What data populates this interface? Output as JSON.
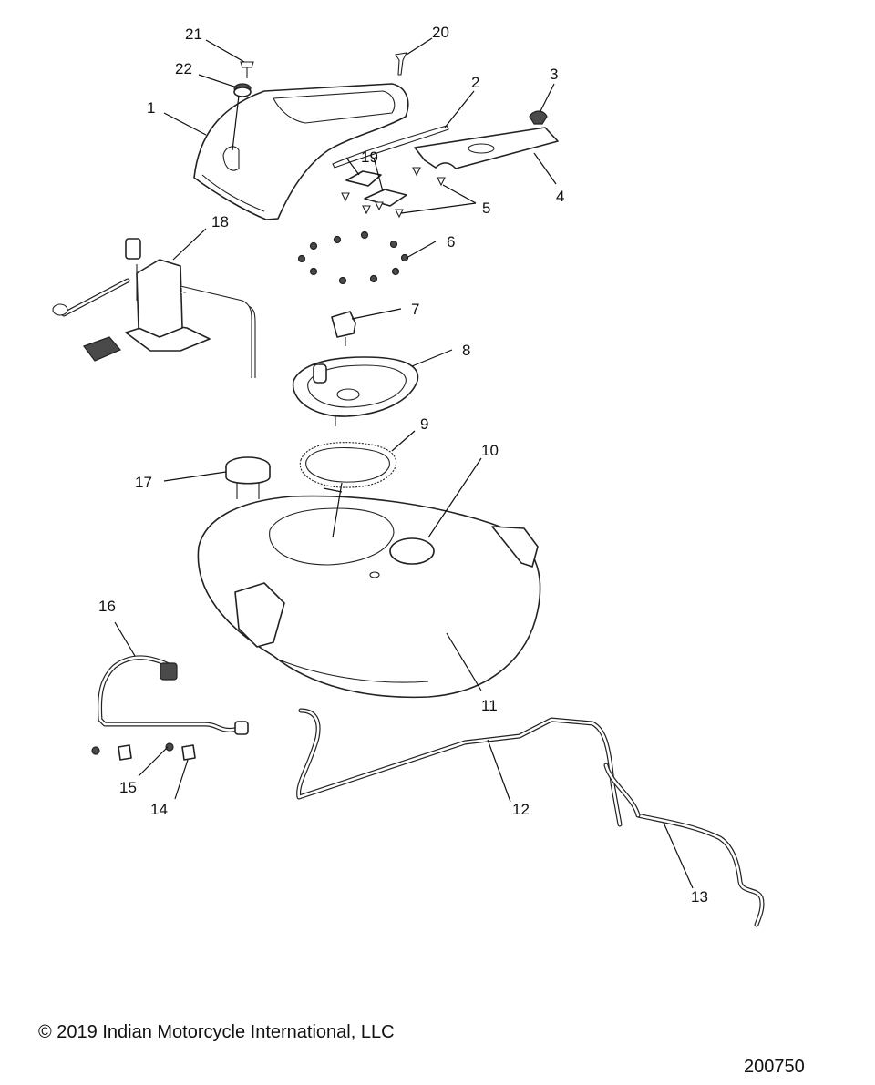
{
  "callouts": [
    "1",
    "2",
    "3",
    "4",
    "5",
    "6",
    "7",
    "8",
    "9",
    "10",
    "11",
    "12",
    "13",
    "14",
    "15",
    "16",
    "17",
    "18",
    "19",
    "20",
    "21",
    "22"
  ],
  "footer": {
    "copyright": "© 2019 Indian Motorcycle International, LLC",
    "drawing_number": "200750"
  }
}
